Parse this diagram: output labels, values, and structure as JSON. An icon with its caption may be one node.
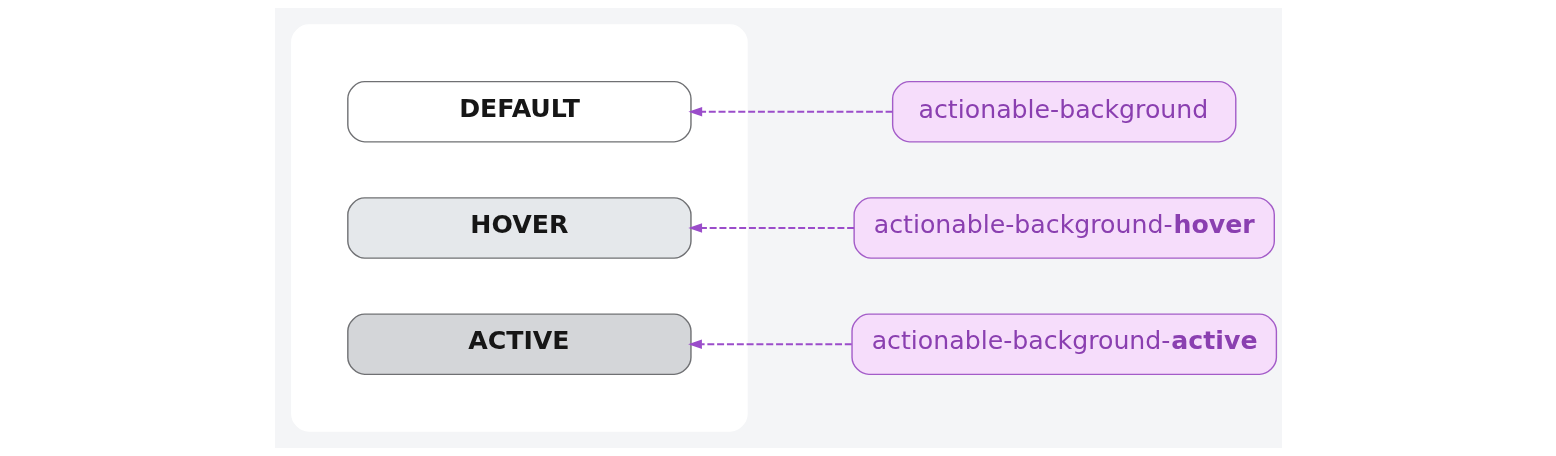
{
  "diagram": {
    "nodes": [
      {
        "text": [],
        "shape": "box"
      },
      {
        "text": [
          "DEFAULT"
        ],
        "in": 0
      },
      {
        "text": [
          "HOVER"
        ],
        "in": 0
      },
      {
        "text": [
          "ACTIVE"
        ],
        "in": 0
      },
      {
        "text": [
          "actionable-background"
        ]
      },
      {
        "text": [
          "actionable-background-**hover**"
        ]
      },
      {
        "text": [
          "actionable-background-**active**"
        ]
      }
    ],
    "edges": [
      {
        "from": 4,
        "to": 1,
        "arrow": "to",
        "style": "dashed"
      },
      {
        "from": 5,
        "to": 2,
        "arrow": "to",
        "style": "dashed"
      },
      {
        "from": 6,
        "to": 3,
        "arrow": "to",
        "style": "dashed"
      }
    ]
  }
}
